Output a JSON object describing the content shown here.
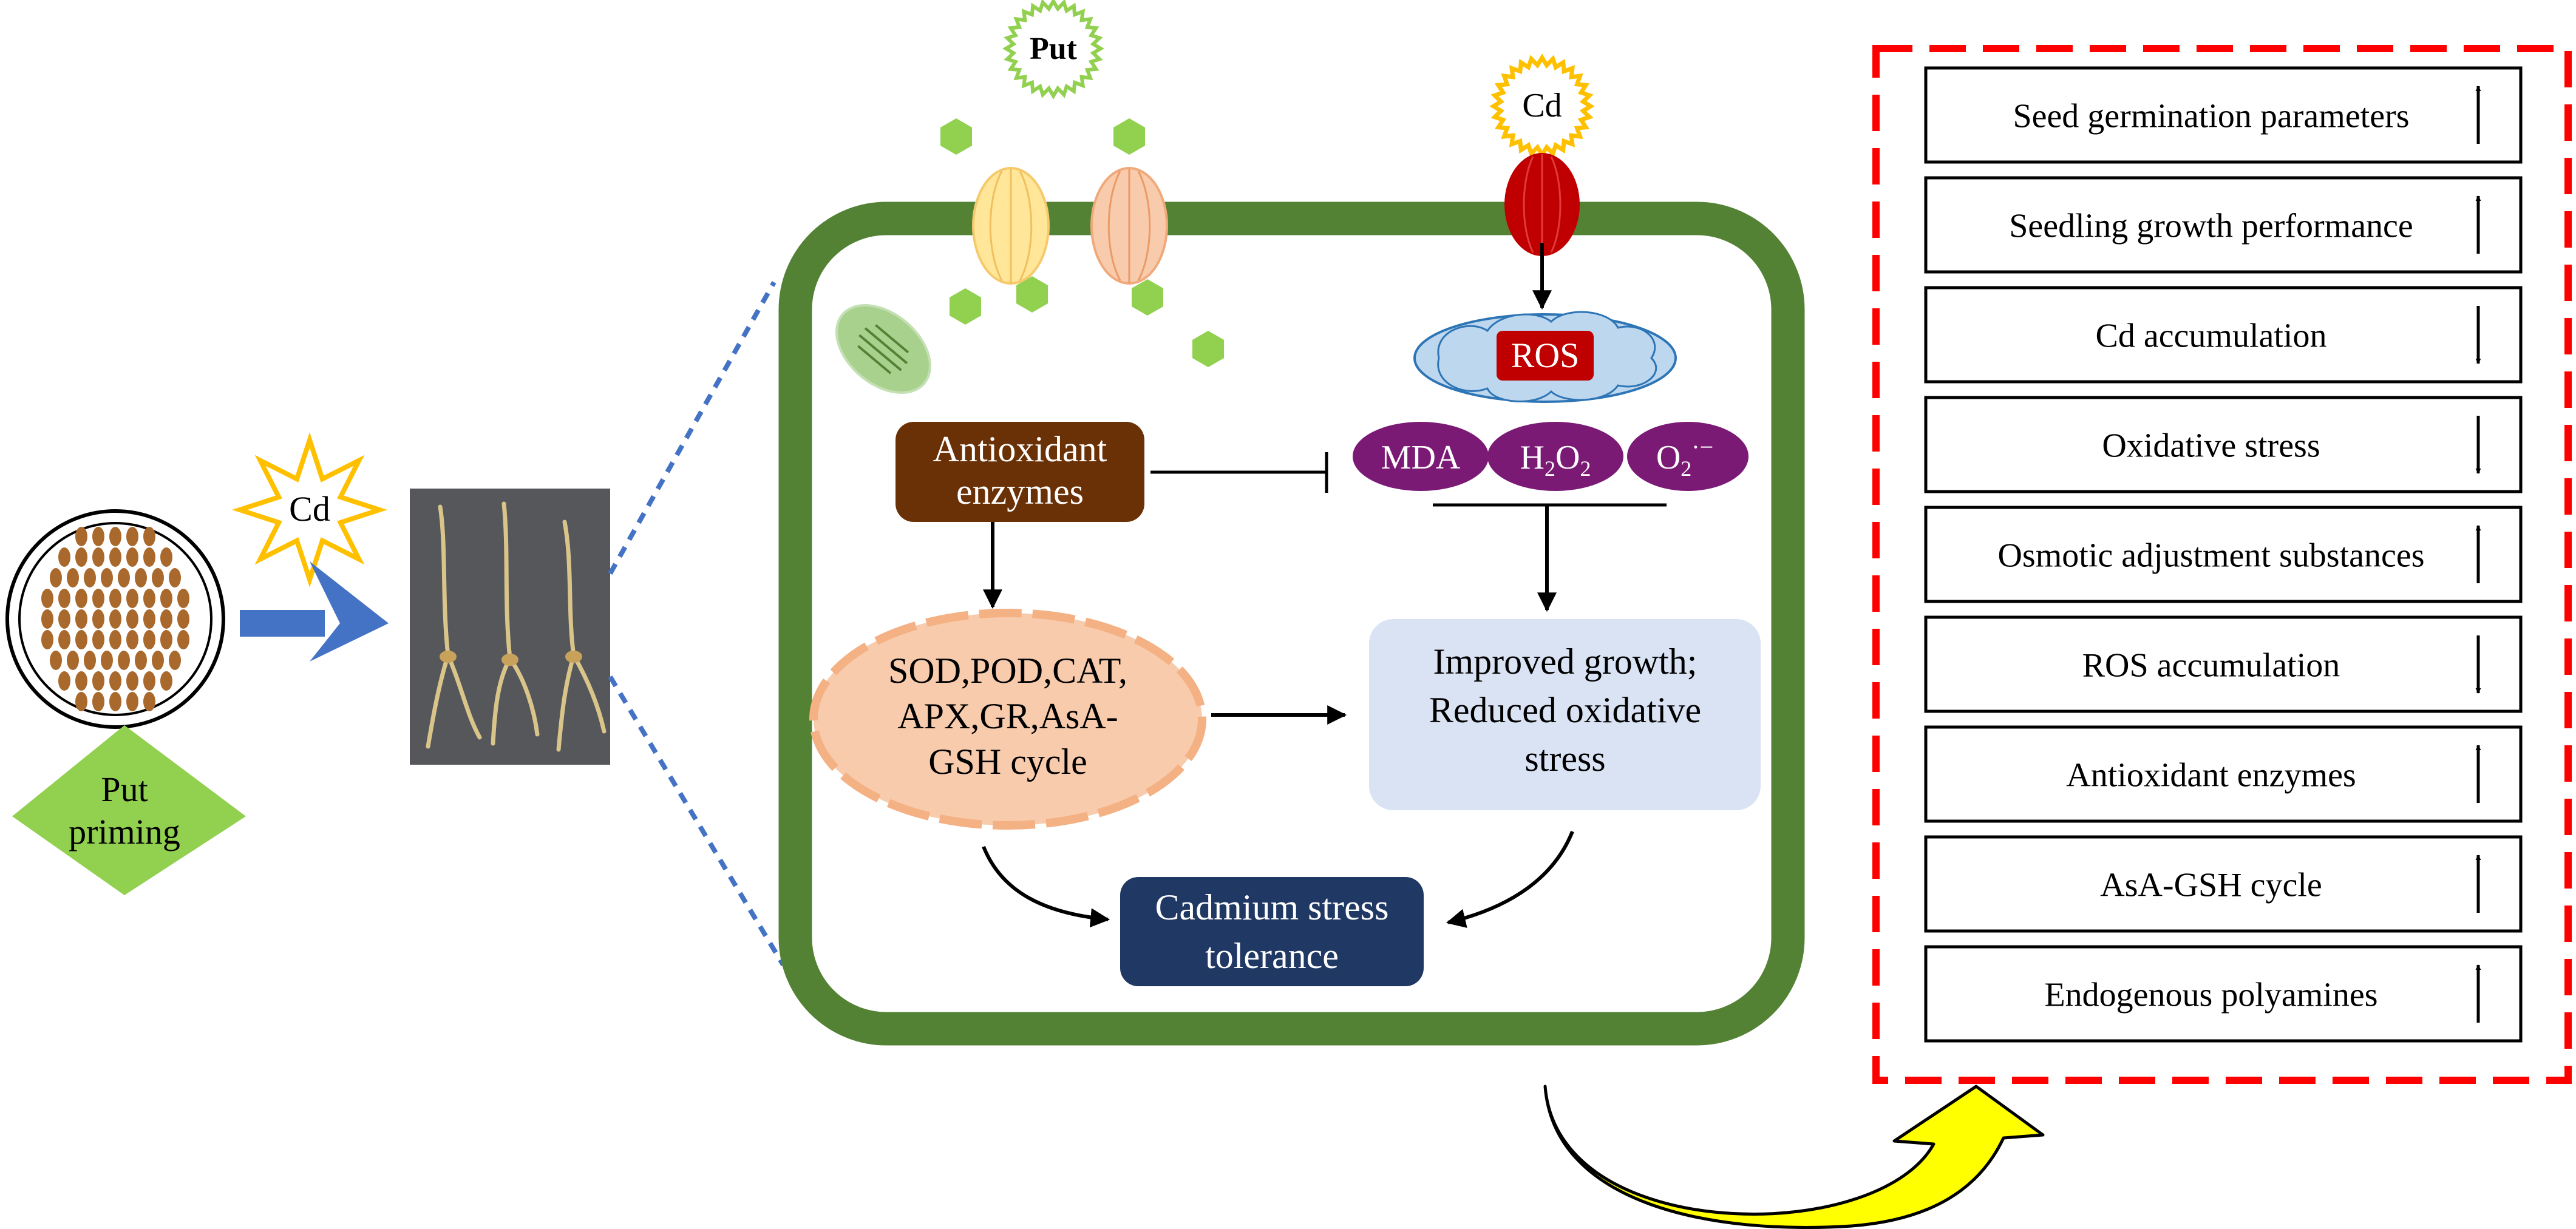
{
  "colors": {
    "cell_wall": "#548235",
    "enzyme_box": "#6b3106",
    "enzyme_oval": "#f8cbad",
    "enzyme_oval_border": "#f4b183",
    "ros_cloud": "#bdd7ee",
    "ros_label_bg": "#c00000",
    "stress_oval": "#7b1a75",
    "improved_box": "#dae3f3",
    "tolerance_box": "#203864",
    "put_hexagon": "#92d050",
    "priming_diamond": "#92d050",
    "seed": "#a9692d",
    "blue_arrow": "#4472c4",
    "cd_star_border": "#ffc000",
    "channel_yellow": "#ffe699",
    "channel_peach": "#f8cbad",
    "channel_red": "#c00000",
    "dashed_border": "#ff0000",
    "curved_arrow": "#ffff00"
  },
  "left": {
    "priming_label_line1": "Put",
    "priming_label_line2": "priming",
    "cd_star_label": "Cd"
  },
  "cell": {
    "put_badge": "Put",
    "cd_badge": "Cd",
    "ros_label": "ROS",
    "antioxidant_line1": "Antioxidant",
    "antioxidant_line2": "enzymes",
    "stress_products": {
      "mda": "MDA",
      "h2o2_main": "H",
      "h2o2_sub1": "2",
      "h2o2_mid": "O",
      "h2o2_sub2": "2",
      "o2_main": "O",
      "o2_sub": "2",
      "o2_sup": "·−"
    },
    "enzymes_line1": "SOD,POD,CAT,",
    "enzymes_line2": "APX,GR,AsA-",
    "enzymes_line3": "GSH cycle",
    "improved_line1": "Improved growth;",
    "improved_line2": "Reduced oxidative",
    "improved_line3": "stress",
    "tolerance_line1": "Cadmium stress",
    "tolerance_line2": "tolerance"
  },
  "effects": [
    {
      "label": "Seed germination parameters",
      "direction": "up"
    },
    {
      "label": "Seedling growth performance",
      "direction": "up"
    },
    {
      "label": "Cd accumulation",
      "direction": "down"
    },
    {
      "label": "Oxidative stress",
      "direction": "down"
    },
    {
      "label": "Osmotic adjustment substances",
      "direction": "up"
    },
    {
      "label": "ROS accumulation",
      "direction": "down"
    },
    {
      "label": "Antioxidant enzymes",
      "direction": "up"
    },
    {
      "label": "AsA-GSH cycle",
      "direction": "up"
    },
    {
      "label": "Endogenous polyamines",
      "direction": "up"
    }
  ]
}
